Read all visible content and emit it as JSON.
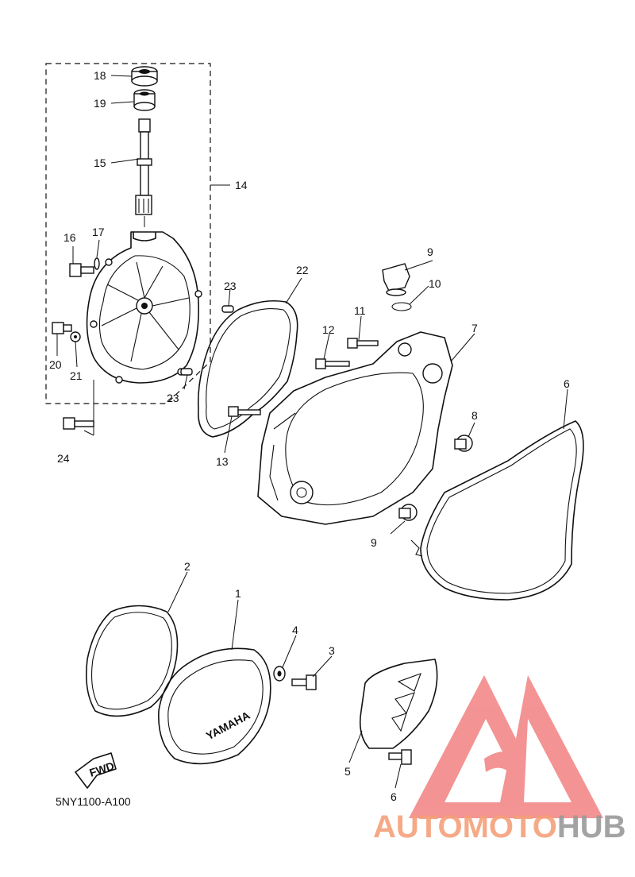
{
  "diagram": {
    "drawing_code": "5NY1100-A100",
    "fwd_label": "FWD",
    "cover_brand": "YAMAHA",
    "callouts": [
      "1",
      "2",
      "3",
      "4",
      "5",
      "6",
      "7",
      "8",
      "9",
      "9",
      "10",
      "11",
      "12",
      "13",
      "13",
      "14",
      "15",
      "16",
      "17",
      "18",
      "19",
      "20",
      "21",
      "22",
      "23",
      "23",
      "24"
    ]
  },
  "watermark": {
    "part1": "AUTOMOTO",
    "part2": "HUB",
    "color_primary": "#f4a07a",
    "color_secondary": "#9a9a9a",
    "logo_color": "#f07070"
  }
}
